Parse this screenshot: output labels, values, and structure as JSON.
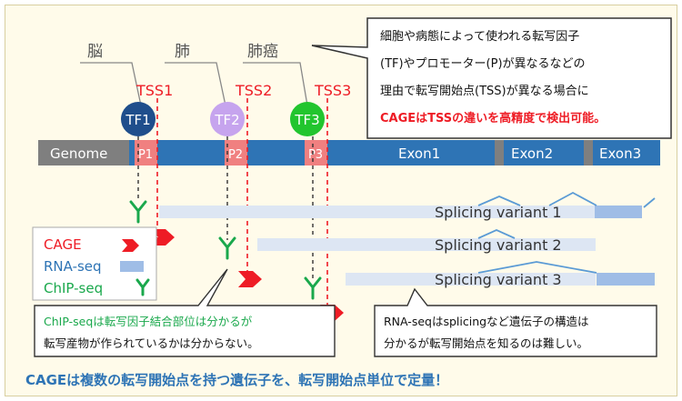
{
  "tissues": [
    "脳",
    "肺",
    "肺癌"
  ],
  "tss": [
    "TSS1",
    "TSS2",
    "TSS3"
  ],
  "tfs": [
    "TF1",
    "TF2",
    "TF3"
  ],
  "promoters": [
    "P1",
    "P2",
    "P3"
  ],
  "genome": {
    "label": "Genome",
    "exons": [
      "Exon1",
      "Exon2",
      "Exon3"
    ]
  },
  "callout_top": {
    "line1": "細胞や病態によって使われる転写因子",
    "line2": "(TF)やプロモーター(P)が異なるなどの",
    "line3": "理由で転写開始点(TSS)が異なる場合に",
    "line4": "CAGEはTSSの違いを高精度で検出可能。"
  },
  "variants": [
    "Splicing variant 1",
    "Splicing variant 2",
    "Splicing variant 3"
  ],
  "legend": {
    "cage": "CAGE",
    "rnaseq": "RNA-seq",
    "chipseq": "ChIP-seq"
  },
  "callout_chip": {
    "line1": "ChIP-seqは転写因子結合部位は分かるが",
    "line2": "転写産物が作られているかは分からない。"
  },
  "callout_rna": {
    "line1": "RNA-seqはsplicingなど遺伝子の構造は",
    "line2": "分かるが転写開始点を知るのは難しい。"
  },
  "footer": "CAGEは複数の転写開始点を持つ遺伝子を、転写開始点単位で定量！",
  "colors": {
    "accent_red": "#ee1c25",
    "accent_blue": "#2e74b5",
    "chip_green": "#1aa84c",
    "genome_blue": "#2e74b5",
    "genome_gray": "#7f7f7f",
    "promoter_pink": "#f08080",
    "tf1": "#1f4e8c",
    "tf2": "#c6a4ee",
    "tf3": "#22c52e"
  }
}
